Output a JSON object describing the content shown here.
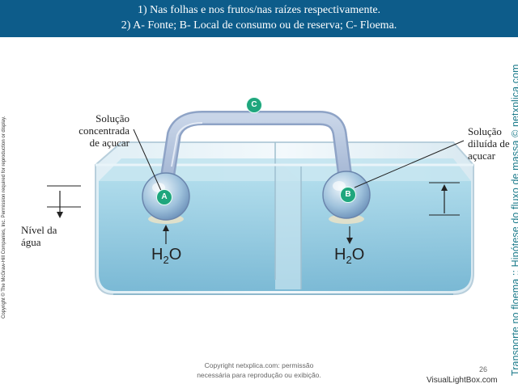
{
  "header": {
    "line1": "1)   Nas folhas e nos frutos/nas raízes respectivamente.",
    "line2": "2)   A- Fonte; B- Local de consumo ou de reserva; C- Floema."
  },
  "side_copyright": "Copyright © The McGraw-Hill Companies, Inc. Permission required for reproduction or display.",
  "side_title": "Transporte no floema :: Hipótese do fluxo de massa © netxplica.com",
  "diagram": {
    "label_concentrated": [
      "Solução",
      "concentrada",
      "de açucar"
    ],
    "label_diluted": [
      "Solução",
      "diluída de",
      "açucar"
    ],
    "label_level": [
      "Nível da",
      "água"
    ],
    "h2o_main": "H",
    "h2o_sub": "2",
    "h2o_end": "O",
    "badge_a": "A",
    "badge_b": "B",
    "badge_c": "C"
  },
  "footer": {
    "line1": "Copyright netxplica.com: permissão",
    "line2": "necessária para reprodução ou exibição."
  },
  "page_number": "26",
  "watermark": "VisualLightBox.com",
  "colors": {
    "header_bg": "#0d5c8a",
    "side_title": "#1a7a8a",
    "badge": "#1fa67d",
    "water": "#8fc9e0"
  }
}
